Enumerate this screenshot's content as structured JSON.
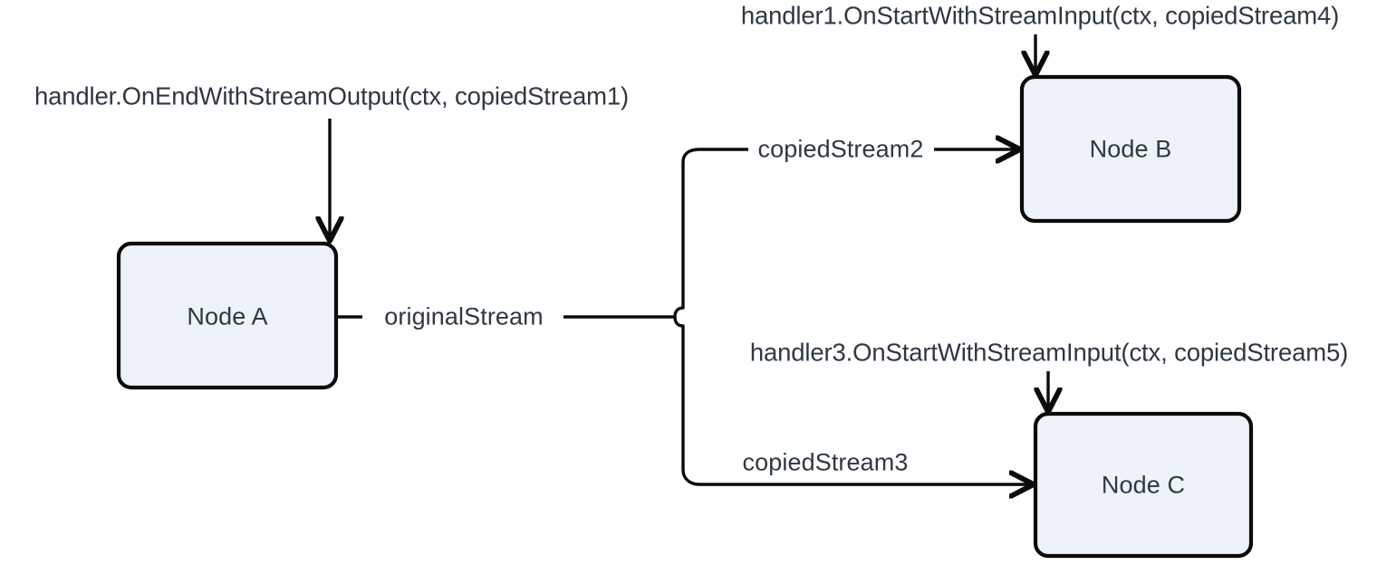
{
  "diagram": {
    "title": "Stream copy fan-out diagram",
    "background": "#ffffff",
    "node_fill": "#eef2fb",
    "node_stroke": "#0b0b0b",
    "text_color": "#2f3842",
    "edge_color": "#0b0b0b",
    "nodes": [
      {
        "id": "node-a",
        "label": "Node A"
      },
      {
        "id": "node-b",
        "label": "Node B"
      },
      {
        "id": "node-c",
        "label": "Node C"
      }
    ],
    "edge_labels": [
      {
        "id": "original-stream",
        "label": "originalStream"
      },
      {
        "id": "copied-stream-2",
        "label": "copiedStream2"
      },
      {
        "id": "copied-stream-3",
        "label": "copiedStream3"
      }
    ],
    "handler_labels": [
      {
        "id": "handler-end-output",
        "label": "handler.OnEndWithStreamOutput(ctx, copiedStream1)"
      },
      {
        "id": "handler1-start-input",
        "label": "handler1.OnStartWithStreamInput(ctx, copiedStream4)"
      },
      {
        "id": "handler3-start-input",
        "label": "handler3.OnStartWithStreamInput(ctx, copiedStream5)"
      }
    ]
  }
}
